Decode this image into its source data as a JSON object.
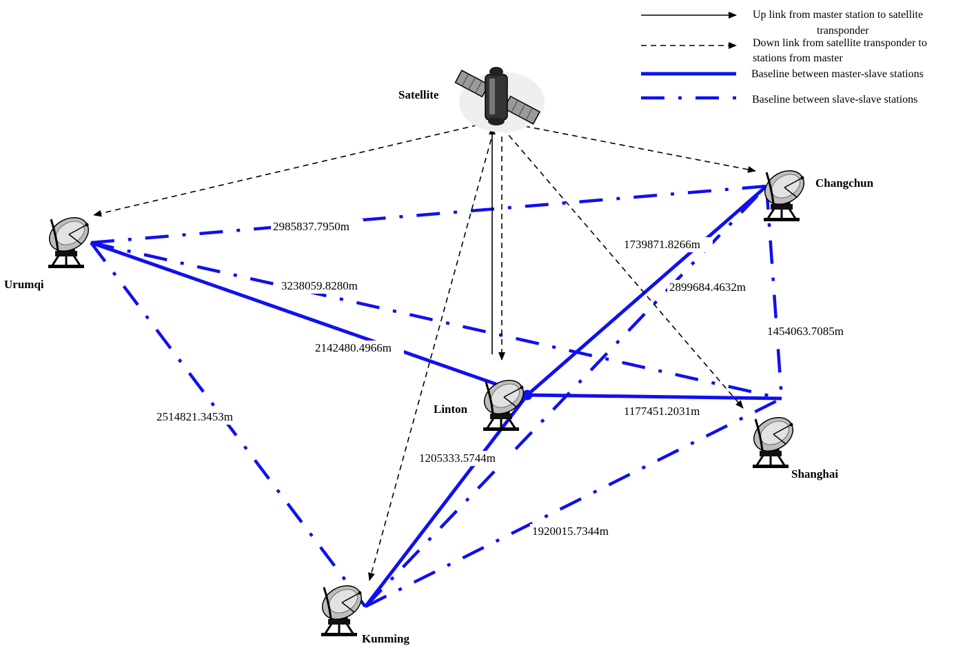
{
  "legend": [
    {
      "text_lines": [
        "Up link from master station to satellite",
        "transponder"
      ],
      "style": "black-solid-arrow"
    },
    {
      "text_lines": [
        "Down link from satellite transponder to",
        "stations from master"
      ],
      "style": "black-dashed-arrow"
    },
    {
      "text_lines": [
        "Baseline between master-slave stations"
      ],
      "style": "blue-solid"
    },
    {
      "text_lines": [
        "Baseline between slave-slave stations"
      ],
      "style": "blue-dash-dot"
    }
  ],
  "satellite": {
    "label": "Satellite",
    "icon": "satellite-icon"
  },
  "stations": [
    {
      "id": "urumqi",
      "label": "Urumqi",
      "icon": "dish-antenna-icon"
    },
    {
      "id": "changchun",
      "label": "Changchun",
      "icon": "dish-antenna-icon"
    },
    {
      "id": "linton",
      "label": "Linton",
      "icon": "dish-antenna-icon",
      "role": "master"
    },
    {
      "id": "shanghai",
      "label": "Shanghai",
      "icon": "dish-antenna-icon"
    },
    {
      "id": "kunming",
      "label": "Kunming",
      "icon": "dish-antenna-icon"
    }
  ],
  "baselines": [
    {
      "from": "urumqi",
      "to": "changchun",
      "type": "slave-slave",
      "distance": "2985837.7950m"
    },
    {
      "from": "urumqi",
      "to": "shanghai",
      "type": "slave-slave",
      "distance": "3238059.8280m"
    },
    {
      "from": "urumqi",
      "to": "linton",
      "type": "master-slave",
      "distance": "2142480.4966m"
    },
    {
      "from": "urumqi",
      "to": "kunming",
      "type": "slave-slave",
      "distance": "2514821.3453m"
    },
    {
      "from": "linton",
      "to": "changchun",
      "type": "master-slave",
      "distance": "1739871.8266m"
    },
    {
      "from": "kunming",
      "to": "changchun",
      "type": "slave-slave",
      "distance": "2899684.4632m"
    },
    {
      "from": "changchun",
      "to": "shanghai",
      "type": "slave-slave",
      "distance": "1454063.7085m"
    },
    {
      "from": "linton",
      "to": "shanghai",
      "type": "master-slave",
      "distance": "1177451.2031m"
    },
    {
      "from": "linton",
      "to": "kunming",
      "type": "master-slave",
      "distance": "1205333.5744m"
    },
    {
      "from": "kunming",
      "to": "shanghai",
      "type": "slave-slave",
      "distance": "1920015.7344m"
    }
  ],
  "links": [
    {
      "from": "linton",
      "to": "satellite",
      "type": "uplink"
    },
    {
      "from": "satellite",
      "to": "linton",
      "type": "downlink"
    },
    {
      "from": "satellite",
      "to": "urumqi",
      "type": "downlink"
    },
    {
      "from": "satellite",
      "to": "changchun",
      "type": "downlink"
    },
    {
      "from": "satellite",
      "to": "shanghai",
      "type": "downlink"
    },
    {
      "from": "satellite",
      "to": "kunming",
      "type": "downlink"
    }
  ],
  "colors": {
    "baseline": "#1010ee",
    "link": "#000000"
  }
}
